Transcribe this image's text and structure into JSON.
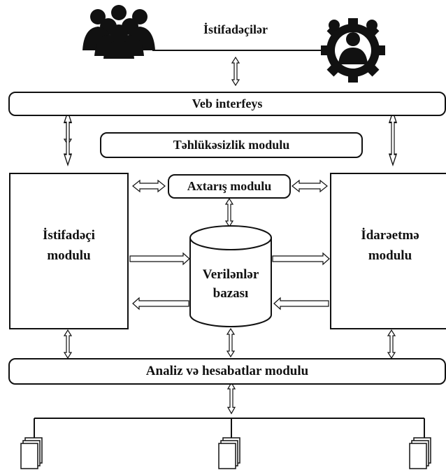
{
  "users_label": "İstifadəçilər",
  "web_interface": "Veb interfeys",
  "security_module": "Təhlükəsizlik modulu",
  "search_module": "Axtarış modulu",
  "user_module": [
    "İstifadəçi",
    "modulu"
  ],
  "management_module": [
    "İdarəetmə",
    "modulu"
  ],
  "database": [
    "Verilənlər",
    "bazası"
  ],
  "analytics_module": "Analiz və hesabatlar modulu",
  "icons": {
    "users": "group-of-people-icon",
    "admin": "admin-with-gear-icon",
    "documents": "document-stack-icon"
  },
  "colors": {
    "stroke": "#111111",
    "fill": "#000000",
    "background": "#ffffff"
  }
}
